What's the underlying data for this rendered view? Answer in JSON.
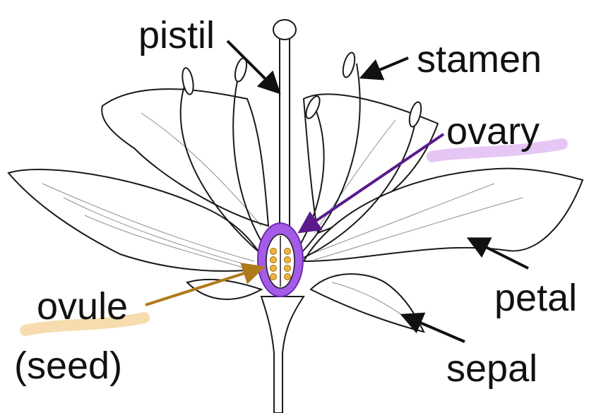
{
  "labels": {
    "pistil": "pistil",
    "stamen": "stamen",
    "ovary": "ovary",
    "petal": "petal",
    "ovule": "ovule",
    "seed": "(seed)",
    "sepal": "sepal"
  },
  "colors": {
    "ink": "#111111",
    "ovary_arrow": "#5a1a8c",
    "ovary_fill": "#a45be8",
    "ovary_highlight": "#e6c6f5",
    "ovule_arrow": "#b07a1a",
    "ovule_fill": "#f2b43c",
    "ovule_highlight": "#f6dcae"
  }
}
